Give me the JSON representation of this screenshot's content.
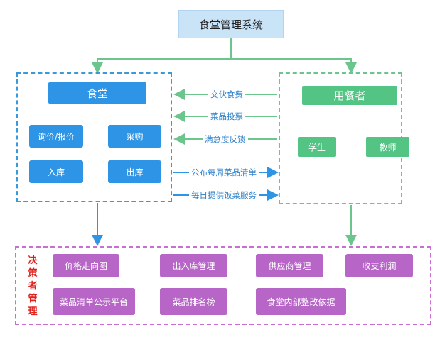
{
  "title": "食堂管理系统",
  "canteen": {
    "header": "食堂",
    "items": [
      "询价/报价",
      "采购",
      "入库",
      "出库"
    ]
  },
  "diners": {
    "header": "用餐者",
    "items": [
      "学生",
      "教师"
    ]
  },
  "flows_to_canteen": [
    "交伙食费",
    "菜品投票",
    "满意度反馈"
  ],
  "flows_to_diners": [
    "公布每周菜品清单",
    "每日提供饭菜服务"
  ],
  "decision": {
    "label": "决策者管理",
    "items": [
      "价格走向图",
      "出入库管理",
      "供应商管理",
      "收支利润",
      "菜品清单公示平台",
      "菜品排名榜",
      "食堂内部整改依据"
    ]
  },
  "colors": {
    "blue": "#2e95e6",
    "green": "#53c483",
    "purple": "#b766c7",
    "title_bg": "#c9e3f7",
    "red_label": "#e0221d"
  }
}
